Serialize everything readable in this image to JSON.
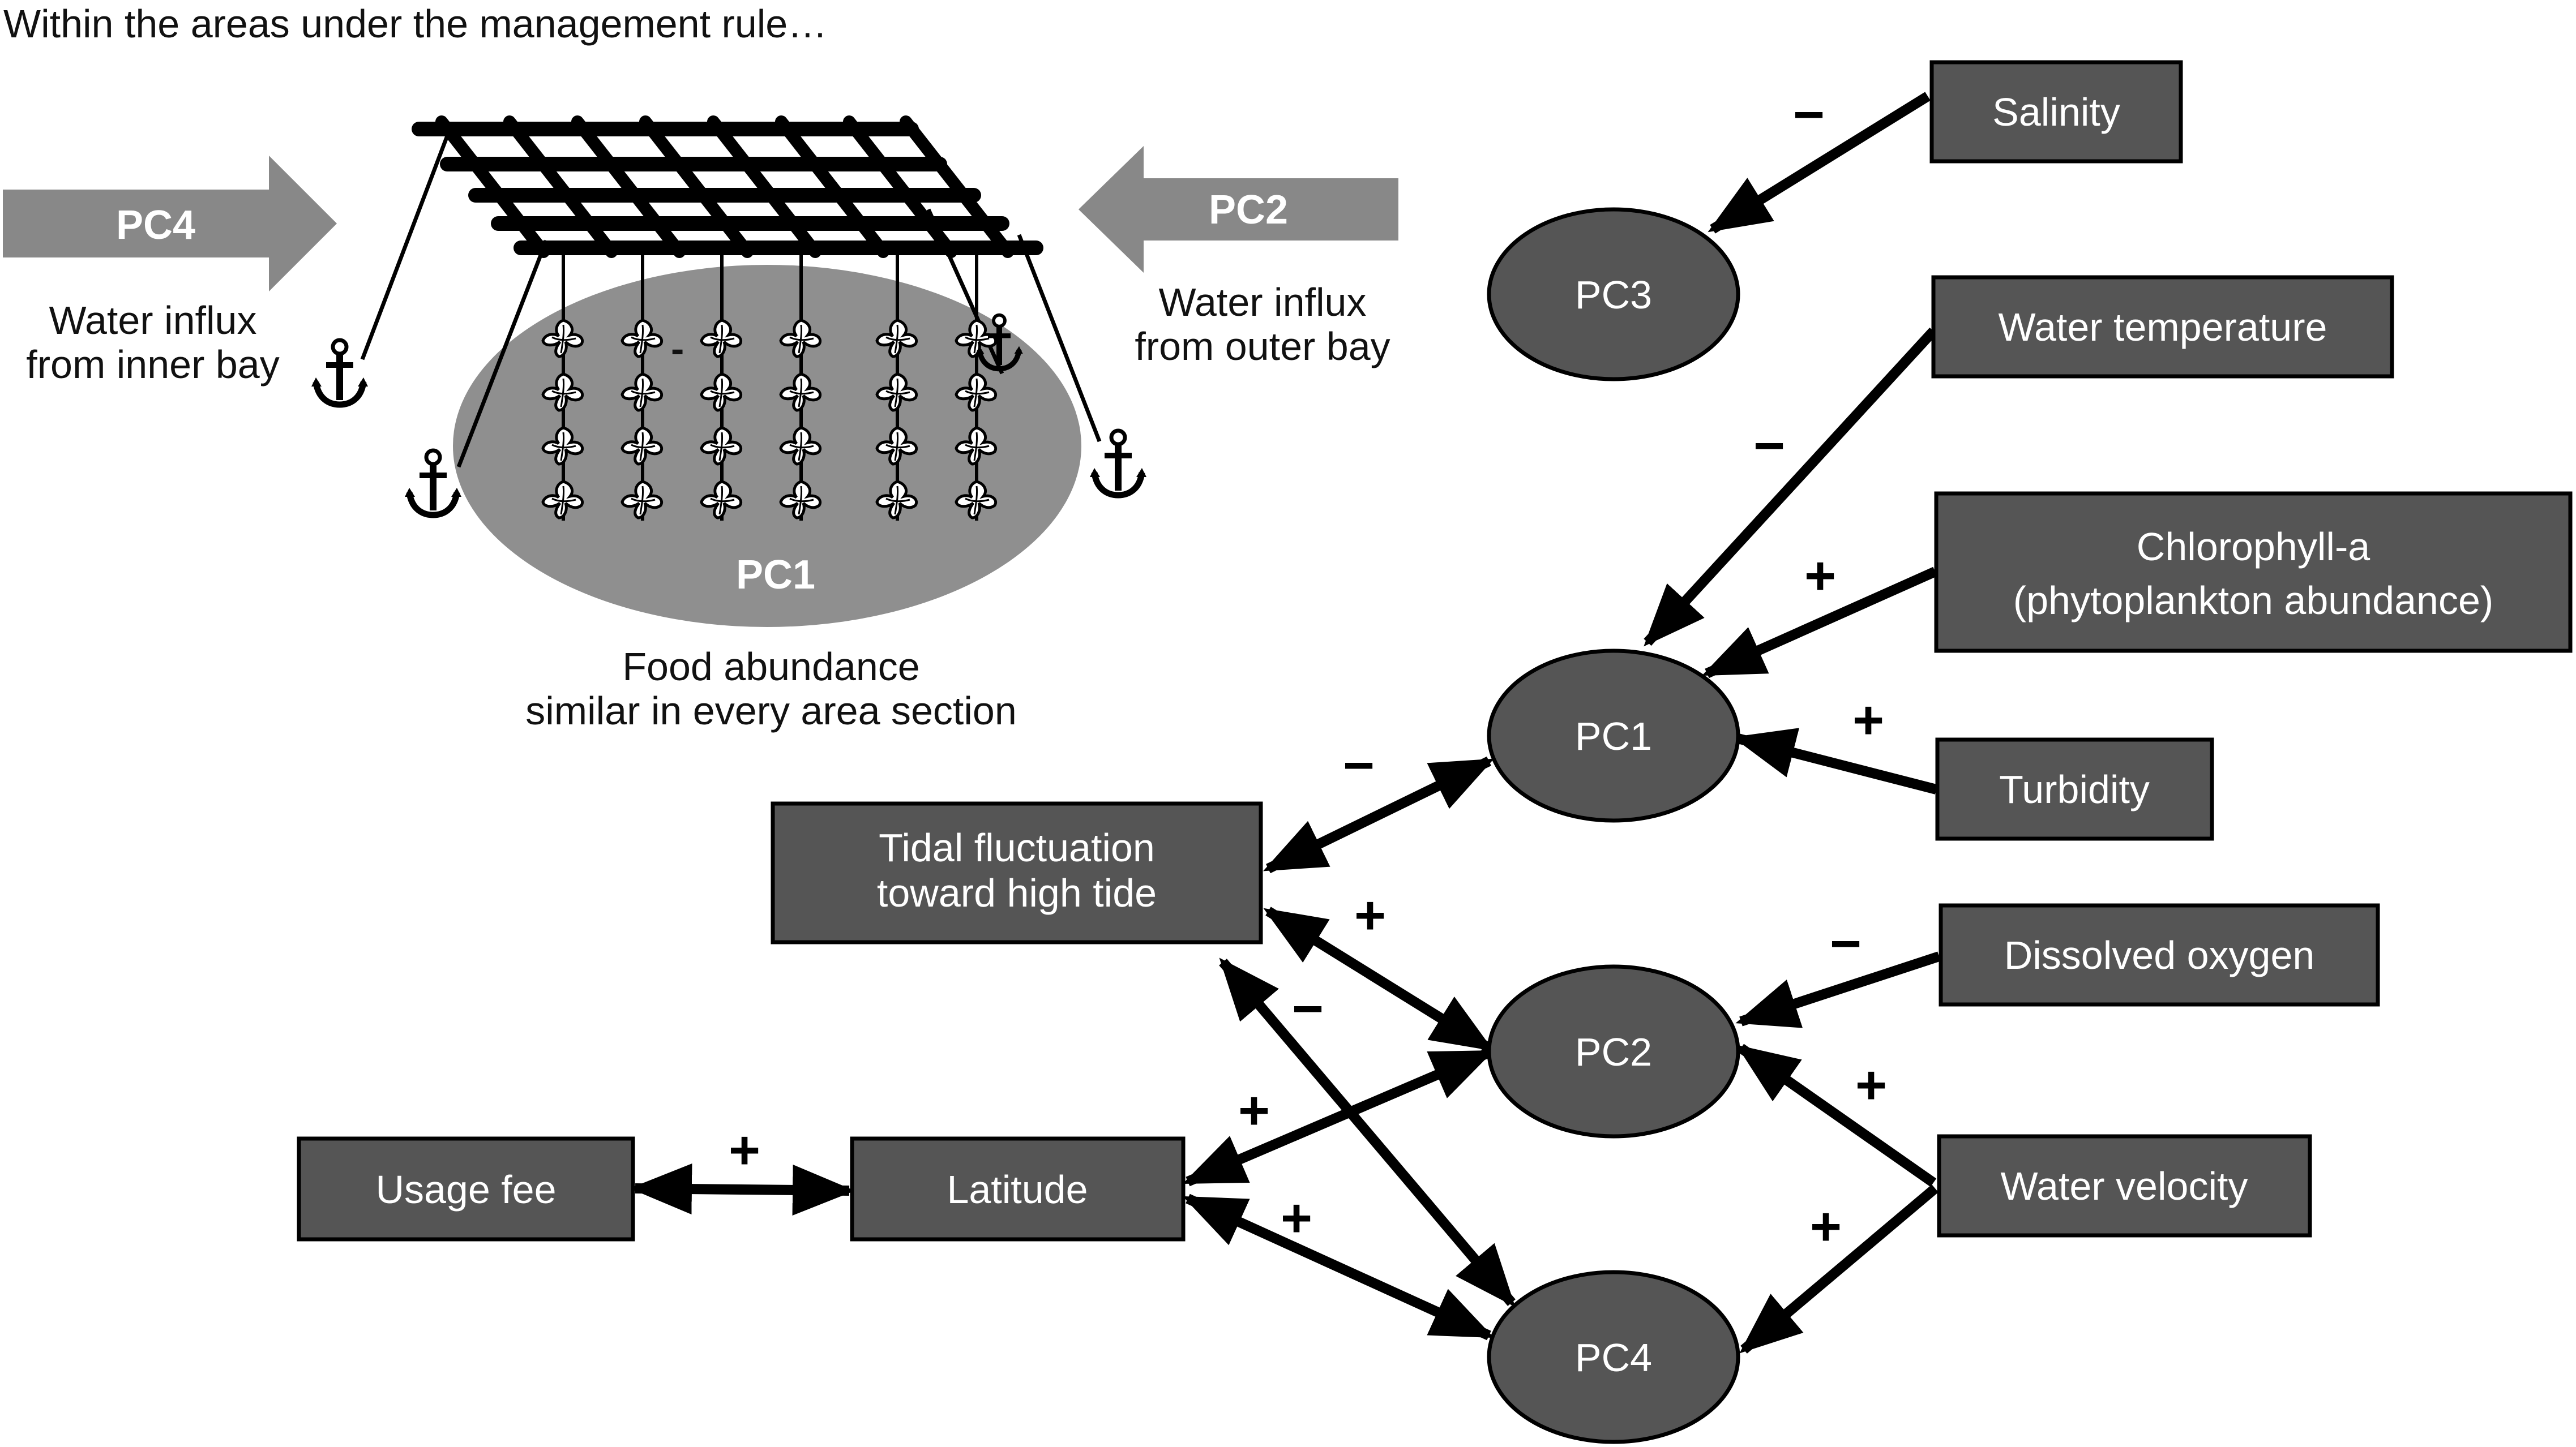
{
  "header": {
    "title": "Within the areas under the management rule…"
  },
  "illustration": {
    "pc4_arrow_label": "PC4",
    "pc4_caption_1": "Water influx",
    "pc4_caption_2": "from inner bay",
    "pc2_arrow_label": "PC2",
    "pc2_caption_1": "Water influx",
    "pc2_caption_2": "from outer bay",
    "pc1_area_label": "PC1",
    "pc1_caption_1": "Food abundance",
    "pc1_caption_2": "similar in every area section",
    "minus_sign": "-"
  },
  "nodes": {
    "salinity": "Salinity",
    "water_temperature": "Water temperature",
    "chlorophyll_1": "Chlorophyll-a",
    "chlorophyll_2": "(phytoplankton abundance)",
    "turbidity": "Turbidity",
    "dissolved_oxygen": "Dissolved oxygen",
    "water_velocity": "Water velocity",
    "tidal_1": "Tidal fluctuation",
    "tidal_2": "toward high tide",
    "latitude": "Latitude",
    "usage_fee": "Usage fee",
    "pc1": "PC1",
    "pc2": "PC2",
    "pc3": "PC3",
    "pc4": "PC4"
  },
  "signs": {
    "salinity_pc3": "−",
    "temperature_pc1": "−",
    "chlorophyll_pc1": "+",
    "turbidity_pc1": "+",
    "tidal_pc1": "−",
    "tidal_pc2": "+",
    "tidal_pc4": "−",
    "oxygen_pc2": "−",
    "velocity_pc2": "+",
    "velocity_pc4": "+",
    "latitude_pc2": "+",
    "latitude_pc4": "+",
    "usage_latitude": "+"
  },
  "colors": {
    "node_fill": "#555555",
    "arrow_fill": "#888888",
    "area_fill": "#8f8f8f",
    "text_dark": "#111111"
  }
}
